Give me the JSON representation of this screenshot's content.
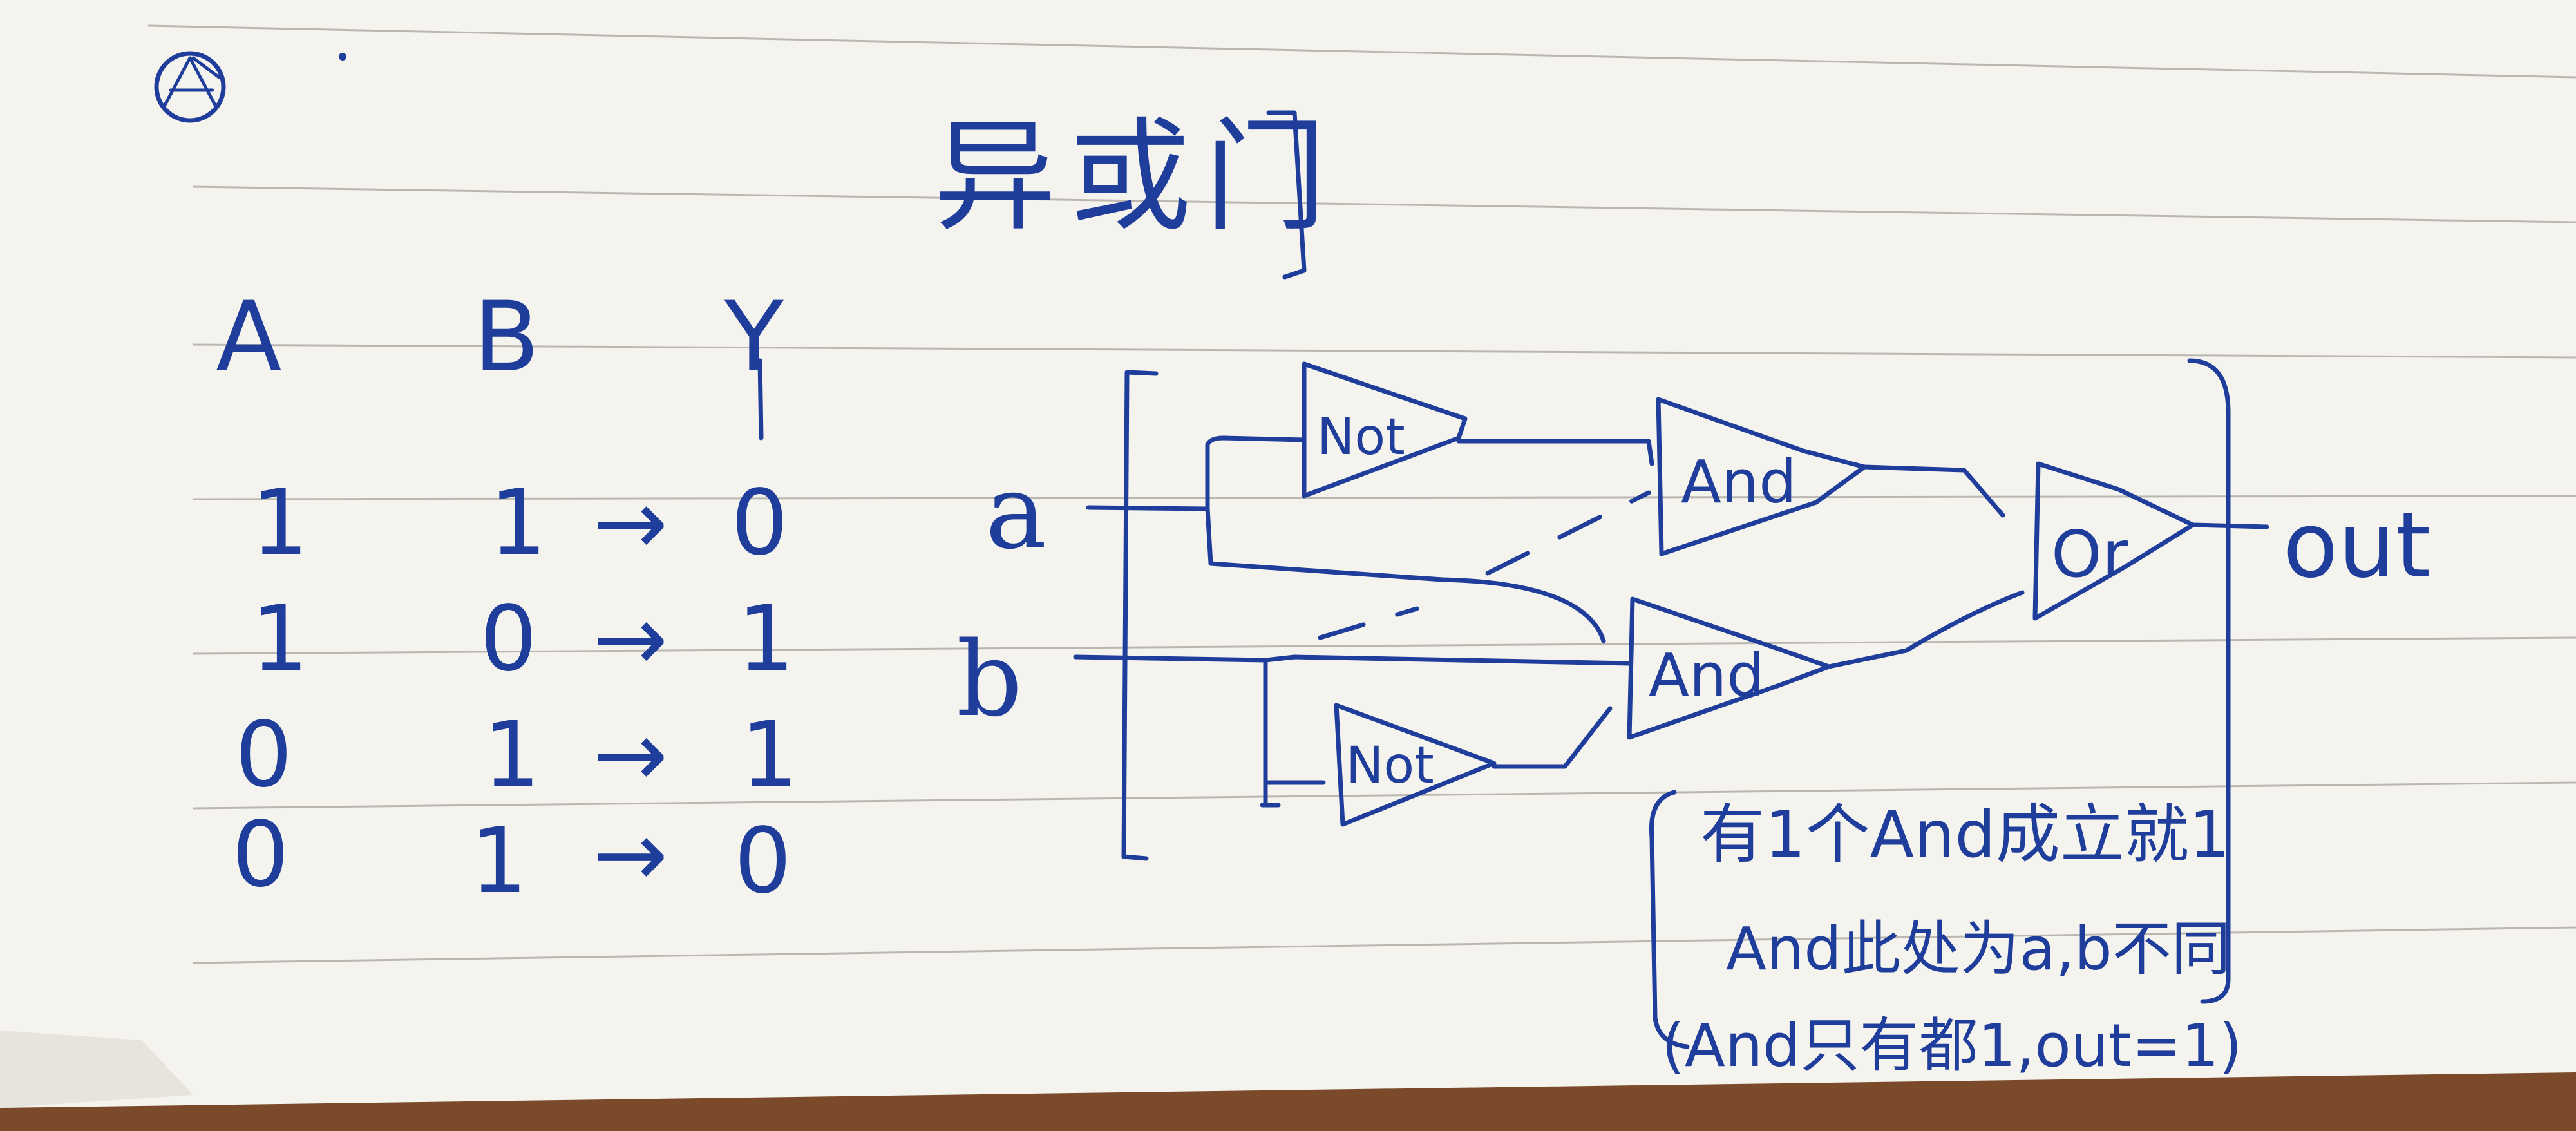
{
  "title": "异或门",
  "truth_table": {
    "headers": [
      "A",
      "B",
      "Y"
    ],
    "rows": [
      {
        "a": "1",
        "b": "1",
        "arrow": "→",
        "y": "0"
      },
      {
        "a": "1",
        "b": "0",
        "arrow": "→",
        "y": "1"
      },
      {
        "a": "0",
        "b": "1",
        "arrow": "→",
        "y": "1"
      },
      {
        "a": "0",
        "b": "1",
        "arrow": "→",
        "y": "0"
      }
    ]
  },
  "circuit": {
    "input_a": "a",
    "input_b": "b",
    "gate_not_top": "Not",
    "gate_not_bottom": "Not",
    "gate_and_top": "And",
    "gate_and_bottom": "And",
    "gate_or": "Or",
    "output": "out"
  },
  "notes": {
    "line1": "有1个And成立就1",
    "line2": "And此处为a,b不同",
    "line3": "(And只有都1,out=1)"
  },
  "colors": {
    "ink": "#1f3d9a",
    "paper": "#f4f3ee",
    "rule_line": "#b9b7b0",
    "desk": "#7a4a2a"
  }
}
